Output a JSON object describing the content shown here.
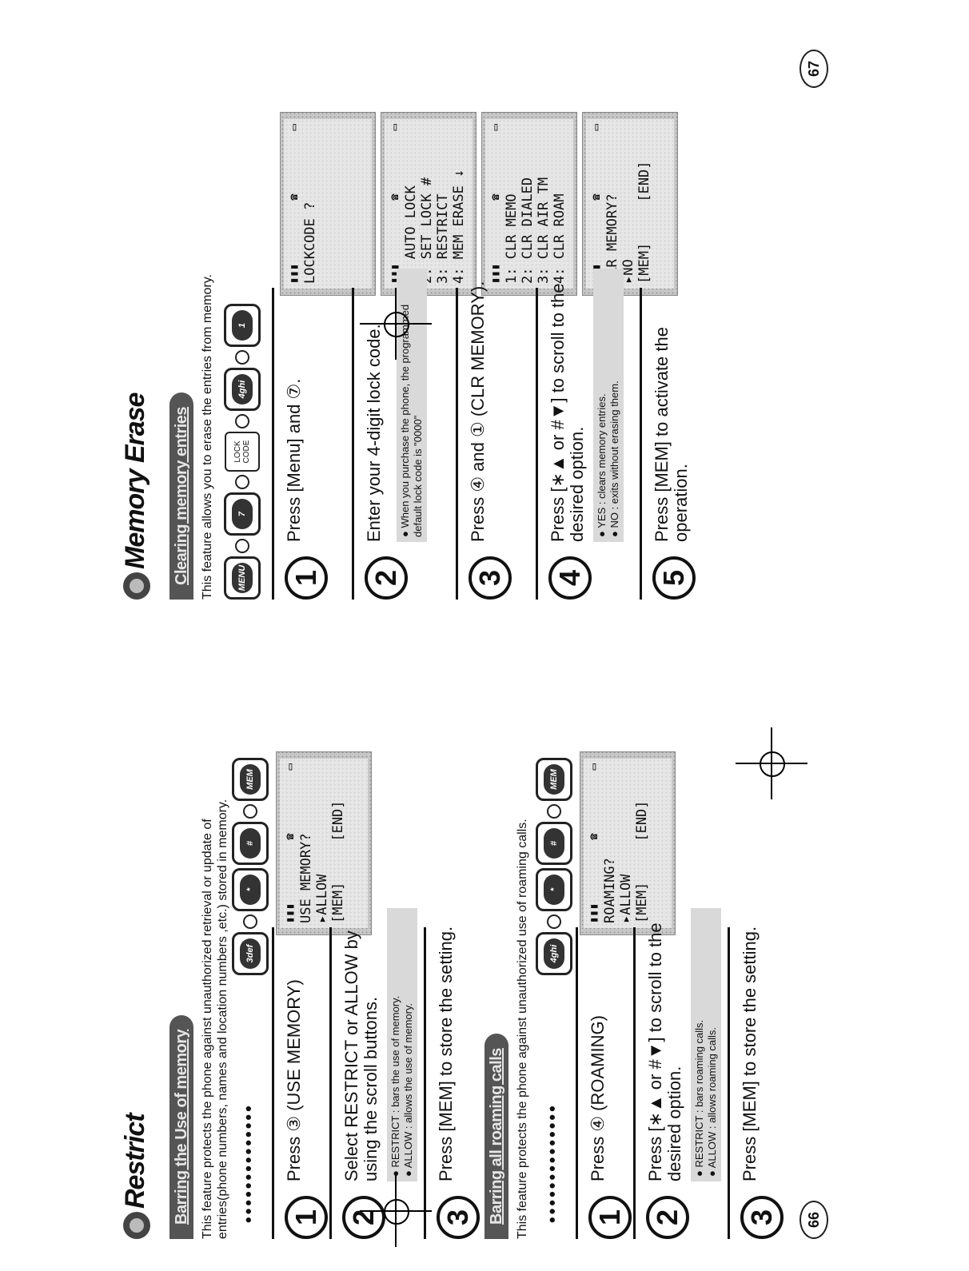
{
  "left_page": {
    "title": "Restrict",
    "sections": [
      {
        "tab": "Barring the Use of memory",
        "description": "This feature protects the phone against unauthorized retrieval or update of entries(phone numbers, names and location numbers ,etc.) stored in memory.",
        "keys": [
          "3def",
          "*",
          "#",
          "MEM"
        ],
        "steps": [
          {
            "num": "1",
            "text": "Press ③ (USE MEMORY)"
          },
          {
            "num": "2",
            "text": "Select RESTRICT or ALLOW by using the scroll buttons.",
            "notes": [
              "RESTRICT : bars the use of memory.",
              "ALLOW : allows the use of memory."
            ]
          },
          {
            "num": "3",
            "text": "Press [MEM] to store the setting."
          }
        ],
        "screen": {
          "lines": [
            "USE MEMORY?",
            "▸ALLOW",
            "",
            "[MEM]     [END]"
          ]
        }
      },
      {
        "tab": "Barring all roaming calls",
        "description": "This feature protects the phone against unauthorized use of roaming calls.",
        "keys": [
          "4ghi",
          "*",
          "#",
          "MEM"
        ],
        "steps": [
          {
            "num": "1",
            "text": "Press ④ (ROAMING)"
          },
          {
            "num": "2",
            "text": "Press [∗▲ or #▼] to scroll to the desired option.",
            "notes": [
              "RESTRICT : bars roaming calls.",
              "ALLOW : allows roaming calls."
            ]
          },
          {
            "num": "3",
            "text": "Press [MEM] to store the setting."
          }
        ],
        "screen": {
          "lines": [
            "ROAMING?",
            "▸ALLOW",
            "",
            "[MEM]     [END]"
          ]
        }
      }
    ],
    "page_number": "66"
  },
  "right_page": {
    "title": "Memory Erase",
    "section": {
      "tab": "Clearing memory entries",
      "description": "This feature allows you to erase the entries from memory.",
      "keys": [
        "MENU",
        "7",
        "LOCK CODE",
        "4ghi",
        "1"
      ],
      "steps": [
        {
          "num": "1",
          "text": "Press [Menu] and ⑦."
        },
        {
          "num": "2",
          "text": "Enter your 4-digit lock code.",
          "notes": [
            "When you purchase the phone, the programmed default lock code is \"0000\""
          ]
        },
        {
          "num": "3",
          "text": "Press ④ and ① (CLR MEMORY)."
        },
        {
          "num": "4",
          "text": "Press [∗▲ or #▼] to scroll to the desired option.",
          "notes": [
            "YES : clears memory entries.",
            "NO : exits without erasing them."
          ]
        },
        {
          "num": "5",
          "text": "Press [MEM] to activate the operation."
        }
      ],
      "screens": [
        {
          "lines": [
            "",
            "LOCKCODE ?",
            "",
            ""
          ]
        },
        {
          "lines": [
            "1: AUTO LOCK",
            "2: SET LOCK #",
            "3: RESTRICT",
            "4: MEM ERASE ↓"
          ]
        },
        {
          "lines": [
            "1: CLR MEMO",
            "2: CLR DIALED",
            "3: CLR AIR TM",
            "4: CLR ROAM"
          ]
        },
        {
          "lines": [
            "CLR MEMORY?",
            "▸NO",
            "",
            "[MEM]     [END]"
          ]
        }
      ]
    },
    "page_number": "67"
  }
}
